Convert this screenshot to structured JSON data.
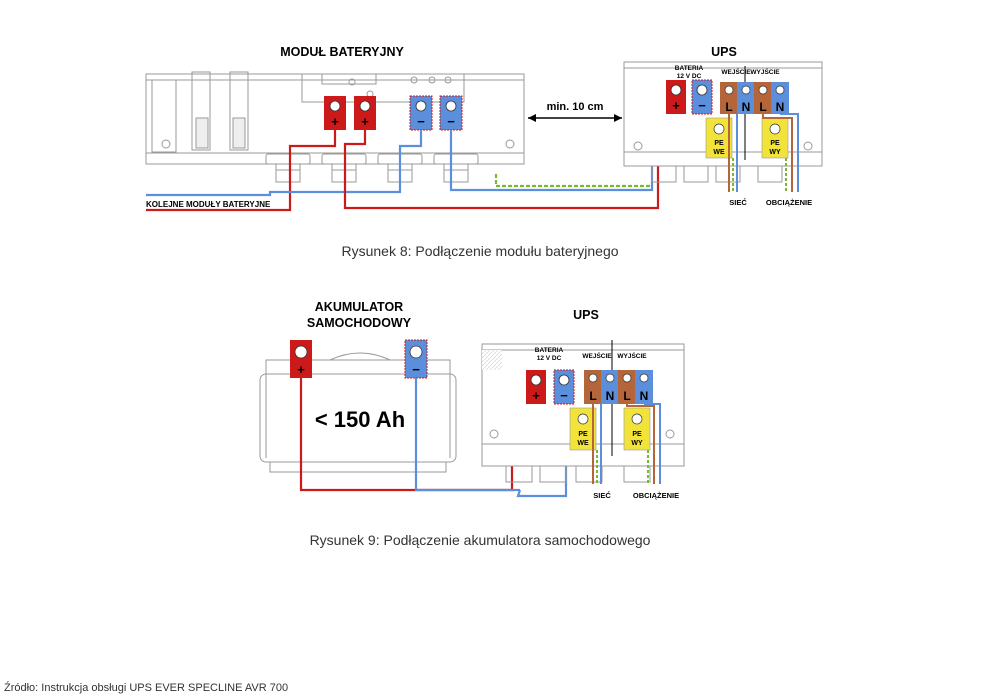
{
  "figure8": {
    "module_title": "MODUŁ BATERYJNY",
    "ups_title": "UPS",
    "distance": "min. 10 cm",
    "next_modules": "KOLEJNE MODUŁY BATERYJNE",
    "caption": "Rysunek 8: Podłączenie modułu bateryjnego"
  },
  "figure9": {
    "battery_title_line1": "AKUMULATOR",
    "battery_title_line2": "SAMOCHODOWY",
    "capacity": "< 150 Ah",
    "ups_title": "UPS",
    "caption": "Rysunek 9: Podłączenie akumulatora samochodowego"
  },
  "ups_labels": {
    "bateria_line1": "BATERIA",
    "bateria_line2": "12 V DC",
    "wejscie": "WEJŚCIE",
    "wyjscie": "WYJŚCIE",
    "term_L": "L",
    "term_N": "N",
    "pe_we_1": "PE",
    "pe_we_2": "WE",
    "pe_wy_1": "PE",
    "pe_wy_2": "WY",
    "siec": "SIEĆ",
    "obciazenie": "OBCIĄŻENIE"
  },
  "symbols": {
    "plus": "+",
    "minus": "−"
  },
  "source": "Źródło: Instrukcja obsługi UPS EVER SPECLINE AVR 700",
  "colors": {
    "red": "#cc1a1a",
    "blue": "#5b8fdb",
    "brown": "#b5653a",
    "yellow": "#f2e33a",
    "green_dash": "#7ab82e",
    "outline": "#999999"
  }
}
